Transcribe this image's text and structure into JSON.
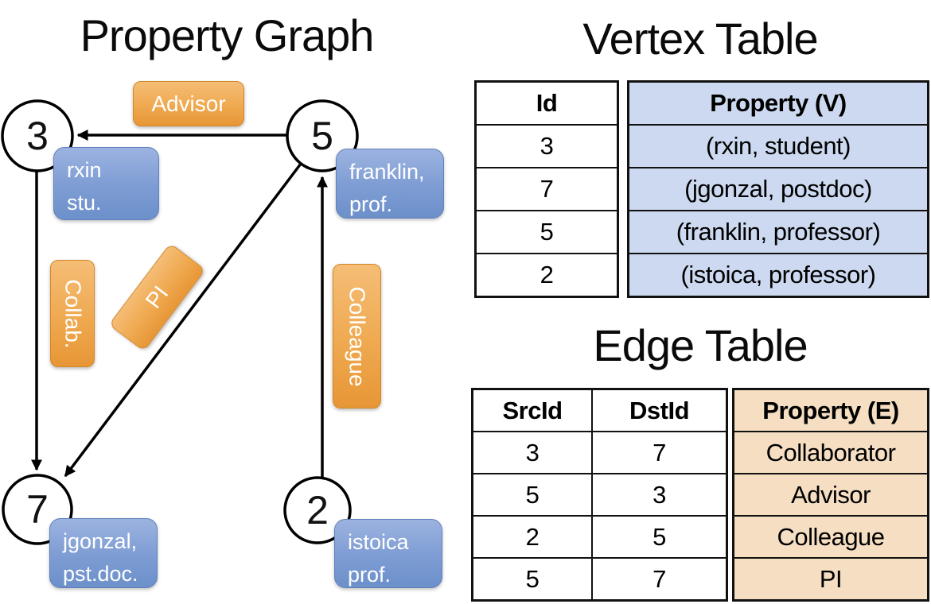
{
  "graph": {
    "title": "Property Graph",
    "nodes": {
      "n3": "3",
      "n5": "5",
      "n7": "7",
      "n2": "2"
    },
    "properties": {
      "rxin": {
        "line1": "rxin",
        "line2": "stu."
      },
      "franklin": {
        "line1": "franklin,",
        "line2": "prof."
      },
      "jgonzal": {
        "line1": "jgonzal,",
        "line2": "pst.doc."
      },
      "istoica": {
        "line1": "istoica",
        "line2": "prof."
      }
    },
    "edge_labels": {
      "advisor": "Advisor",
      "collab": "Collab.",
      "pi": "PI",
      "colleague": "Colleague"
    }
  },
  "vertex_table": {
    "title": "Vertex Table",
    "columns": [
      "Id",
      "Property (V)"
    ],
    "rows": [
      [
        "3",
        "(rxin, student)"
      ],
      [
        "7",
        "(jgonzal, postdoc)"
      ],
      [
        "5",
        "(franklin, professor)"
      ],
      [
        "2",
        "(istoica, professor)"
      ]
    ]
  },
  "edge_table": {
    "title": "Edge Table",
    "columns": [
      "SrcId",
      "DstId",
      "Property (E)"
    ],
    "rows": [
      [
        "3",
        "7",
        "Collaborator"
      ],
      [
        "5",
        "3",
        "Advisor"
      ],
      [
        "2",
        "5",
        "Colleague"
      ],
      [
        "5",
        "7",
        "PI"
      ]
    ]
  },
  "colors": {
    "edge_label_orange": "#efa950",
    "vertex_property_blue": "#7d9cd3",
    "vertex_table_fill": "#ccd9f0",
    "edge_table_fill": "#f5dec2",
    "line_black": "#000000"
  }
}
